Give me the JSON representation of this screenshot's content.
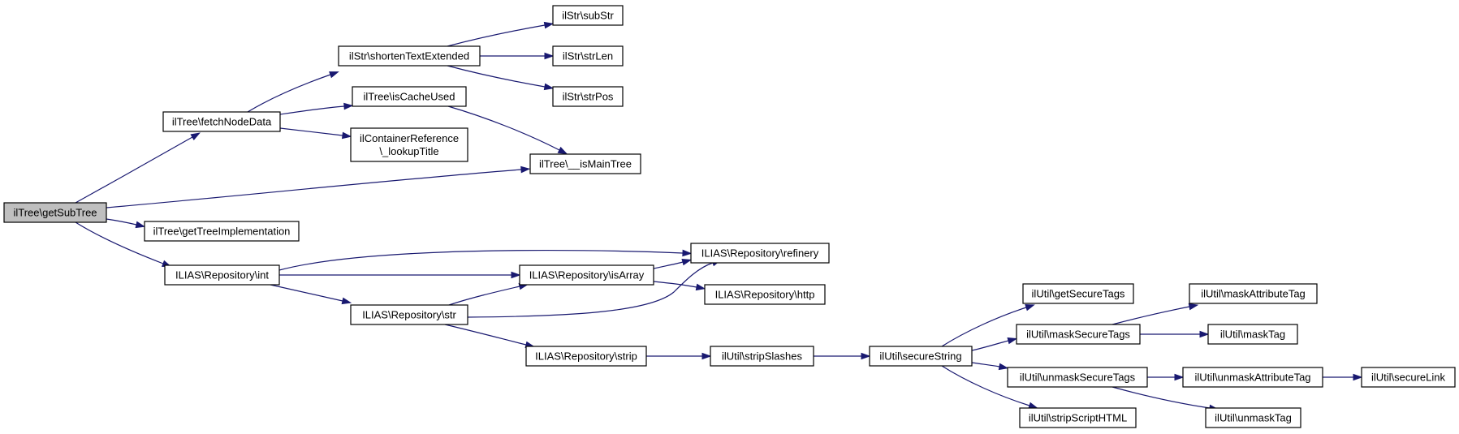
{
  "diagram": {
    "type": "call-graph",
    "colors": {
      "edge": "#191970",
      "root_fill": "#bfbfbf",
      "node_fill": "#ffffff",
      "border": "#000000"
    },
    "nodes": [
      {
        "id": "getSubTree",
        "lines": [
          "ilTree\\getSubTree"
        ],
        "root": true
      },
      {
        "id": "fetchNodeData",
        "lines": [
          "ilTree\\fetchNodeData"
        ]
      },
      {
        "id": "getTreeImplementation",
        "lines": [
          "ilTree\\getTreeImplementation"
        ]
      },
      {
        "id": "repoInt",
        "lines": [
          "ILIAS\\Repository\\int"
        ]
      },
      {
        "id": "shortenTextExtended",
        "lines": [
          "ilStr\\shortenTextExtended"
        ]
      },
      {
        "id": "isCacheUsed",
        "lines": [
          "ilTree\\isCacheUsed"
        ]
      },
      {
        "id": "lookupTitle",
        "lines": [
          "ilContainerReference",
          "\\_lookupTitle"
        ]
      },
      {
        "id": "isMainTree",
        "lines": [
          "ilTree\\__isMainTree"
        ]
      },
      {
        "id": "subStr",
        "lines": [
          "ilStr\\subStr"
        ]
      },
      {
        "id": "strLen",
        "lines": [
          "ilStr\\strLen"
        ]
      },
      {
        "id": "strPos",
        "lines": [
          "ilStr\\strPos"
        ]
      },
      {
        "id": "refinery",
        "lines": [
          "ILIAS\\Repository\\refinery"
        ]
      },
      {
        "id": "isArray",
        "lines": [
          "ILIAS\\Repository\\isArray"
        ]
      },
      {
        "id": "http",
        "lines": [
          "ILIAS\\Repository\\http"
        ]
      },
      {
        "id": "repoStr",
        "lines": [
          "ILIAS\\Repository\\str"
        ]
      },
      {
        "id": "repoStrip",
        "lines": [
          "ILIAS\\Repository\\strip"
        ]
      },
      {
        "id": "stripSlashes",
        "lines": [
          "ilUtil\\stripSlashes"
        ]
      },
      {
        "id": "secureString",
        "lines": [
          "ilUtil\\secureString"
        ]
      },
      {
        "id": "getSecureTags",
        "lines": [
          "ilUtil\\getSecureTags"
        ]
      },
      {
        "id": "maskSecureTags",
        "lines": [
          "ilUtil\\maskSecureTags"
        ]
      },
      {
        "id": "unmaskSecureTags",
        "lines": [
          "ilUtil\\unmaskSecureTags"
        ]
      },
      {
        "id": "stripScriptHTML",
        "lines": [
          "ilUtil\\stripScriptHTML"
        ]
      },
      {
        "id": "maskAttributeTag",
        "lines": [
          "ilUtil\\maskAttributeTag"
        ]
      },
      {
        "id": "maskTag",
        "lines": [
          "ilUtil\\maskTag"
        ]
      },
      {
        "id": "unmaskAttributeTag",
        "lines": [
          "ilUtil\\unmaskAttributeTag"
        ]
      },
      {
        "id": "unmaskTag",
        "lines": [
          "ilUtil\\unmaskTag"
        ]
      },
      {
        "id": "secureLink",
        "lines": [
          "ilUtil\\secureLink"
        ]
      }
    ],
    "edges": [
      {
        "from": "getSubTree",
        "to": "fetchNodeData"
      },
      {
        "from": "getSubTree",
        "to": "isMainTree"
      },
      {
        "from": "getSubTree",
        "to": "getTreeImplementation"
      },
      {
        "from": "getSubTree",
        "to": "repoInt"
      },
      {
        "from": "fetchNodeData",
        "to": "shortenTextExtended"
      },
      {
        "from": "fetchNodeData",
        "to": "isCacheUsed"
      },
      {
        "from": "fetchNodeData",
        "to": "lookupTitle"
      },
      {
        "from": "shortenTextExtended",
        "to": "subStr"
      },
      {
        "from": "shortenTextExtended",
        "to": "strLen"
      },
      {
        "from": "shortenTextExtended",
        "to": "strPos"
      },
      {
        "from": "isCacheUsed",
        "to": "isMainTree"
      },
      {
        "from": "repoInt",
        "to": "refinery"
      },
      {
        "from": "repoInt",
        "to": "isArray"
      },
      {
        "from": "repoInt",
        "to": "repoStr"
      },
      {
        "from": "isArray",
        "to": "refinery"
      },
      {
        "from": "isArray",
        "to": "http"
      },
      {
        "from": "repoStr",
        "to": "isArray"
      },
      {
        "from": "repoStr",
        "to": "refinery"
      },
      {
        "from": "repoStr",
        "to": "repoStrip"
      },
      {
        "from": "repoStrip",
        "to": "stripSlashes"
      },
      {
        "from": "stripSlashes",
        "to": "secureString"
      },
      {
        "from": "secureString",
        "to": "getSecureTags"
      },
      {
        "from": "secureString",
        "to": "maskSecureTags"
      },
      {
        "from": "secureString",
        "to": "unmaskSecureTags"
      },
      {
        "from": "secureString",
        "to": "stripScriptHTML"
      },
      {
        "from": "maskSecureTags",
        "to": "maskAttributeTag"
      },
      {
        "from": "maskSecureTags",
        "to": "maskTag"
      },
      {
        "from": "unmaskSecureTags",
        "to": "unmaskAttributeTag"
      },
      {
        "from": "unmaskSecureTags",
        "to": "unmaskTag"
      },
      {
        "from": "unmaskAttributeTag",
        "to": "secureLink"
      }
    ]
  }
}
